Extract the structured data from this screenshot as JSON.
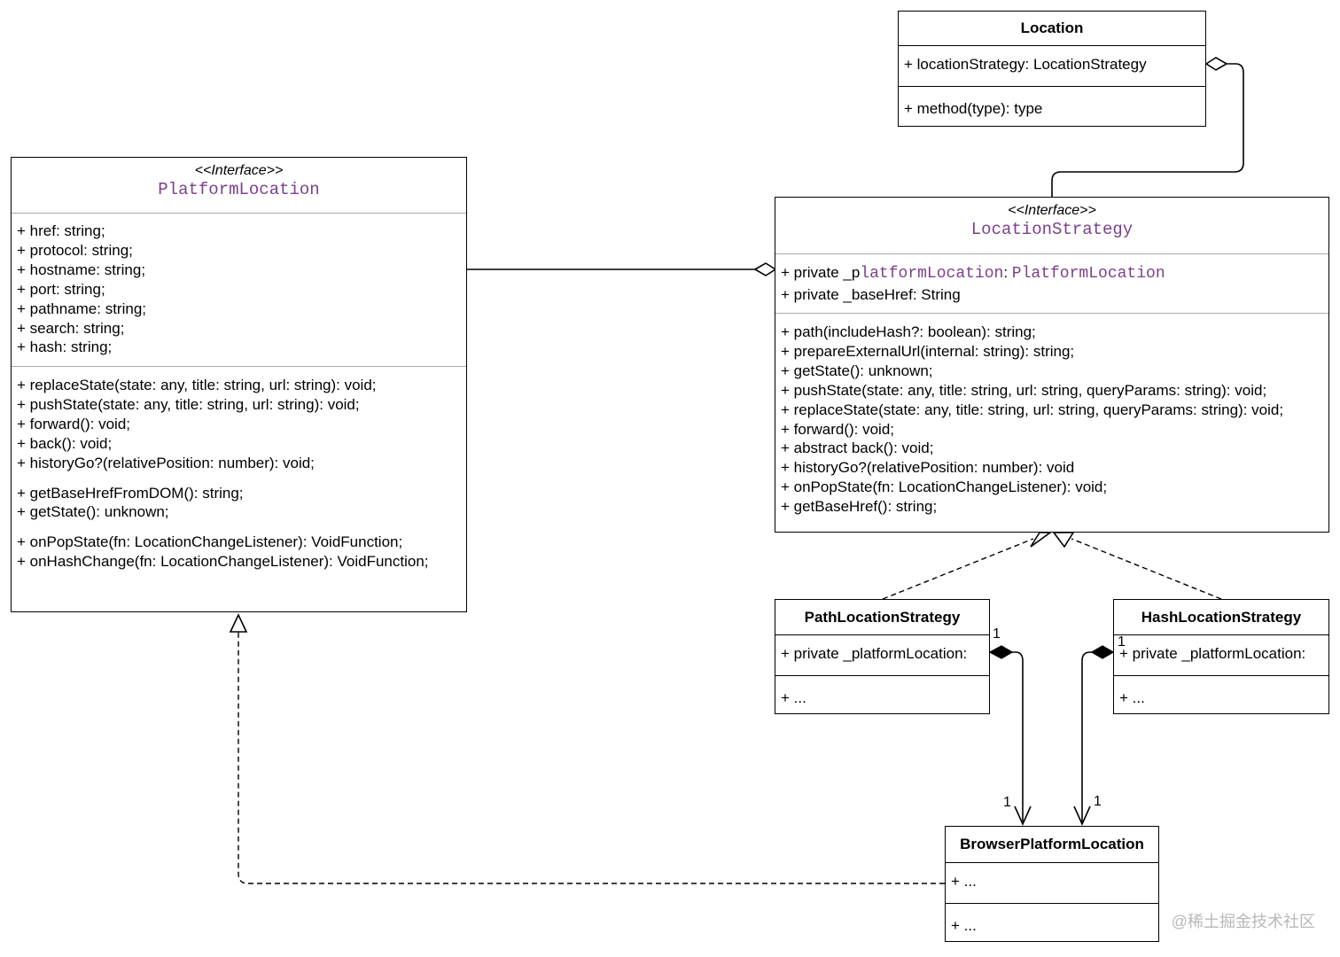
{
  "location": {
    "name": "Location",
    "attributes": [
      "+ locationStrategy: LocationStrategy"
    ],
    "methods": [
      "+ method(type): type"
    ]
  },
  "platform_location": {
    "stereotype": "<<Interface>>",
    "name": "PlatformLocation",
    "attributes": [
      "+ href: string;",
      "+ protocol: string;",
      "+ hostname: string;",
      "+ port: string;",
      "+ pathname: string;",
      "+ search: string;",
      "+ hash: string;"
    ],
    "methods_group1": [
      "+ replaceState(state: any, title: string, url: string): void;",
      "+ pushState(state: any, title: string, url: string): void;",
      "+ forward(): void;",
      "+ back(): void;",
      "+ historyGo?(relativePosition: number): void;"
    ],
    "methods_group2": [
      "+ getBaseHrefFromDOM(): string;",
      "+ getState(): unknown;"
    ],
    "methods_group3": [
      "+ onPopState(fn: LocationChangeListener): VoidFunction;",
      "+ onHashChange(fn: LocationChangeListener): VoidFunction;"
    ]
  },
  "location_strategy": {
    "stereotype": "<<Interface>>",
    "name": "LocationStrategy",
    "attr1_prefix": "+ private _p",
    "attr1_name": "latformLocation",
    "attr1_sep": ": ",
    "attr1_type": "PlatformLocation",
    "attr2": "+ private _baseHref: String",
    "methods": [
      "+ path(includeHash?: boolean): string;",
      "+ prepareExternalUrl(internal: string): string;",
      "+ getState(): unknown;",
      "+ pushState(state: any, title: string, url: string, queryParams: string): void;",
      "+ replaceState(state: any, title: string, url: string, queryParams: string): void;",
      "+ forward(): void;",
      "+ abstract back(): void;",
      "+ historyGo?(relativePosition: number): void",
      "+ onPopState(fn: LocationChangeListener): void;",
      "+ getBaseHref(): string;"
    ]
  },
  "path_strategy": {
    "name": "PathLocationStrategy",
    "attribute": "+ private _platformLocation:",
    "methods": "+ ..."
  },
  "hash_strategy": {
    "name": "HashLocationStrategy",
    "attribute": "+ private _platformLocation:",
    "methods": "+ ..."
  },
  "browser_platform_location": {
    "name": "BrowserPlatformLocation",
    "attributes": "+ ...",
    "methods": "+ ..."
  },
  "multiplicity": {
    "path_owner": "1",
    "path_target": "1",
    "hash_owner": "1",
    "hash_target": "1"
  },
  "watermark": "@稀土掘金技术社区"
}
